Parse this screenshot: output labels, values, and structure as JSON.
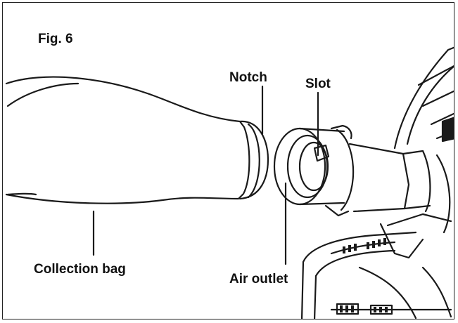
{
  "figure": {
    "title": "Fig. 6"
  },
  "labels": {
    "notch": "Notch",
    "slot": "Slot",
    "collection_bag": "Collection bag",
    "air_outlet": "Air outlet"
  },
  "colors": {
    "line": "#1a1a1a",
    "background": "#ffffff"
  }
}
